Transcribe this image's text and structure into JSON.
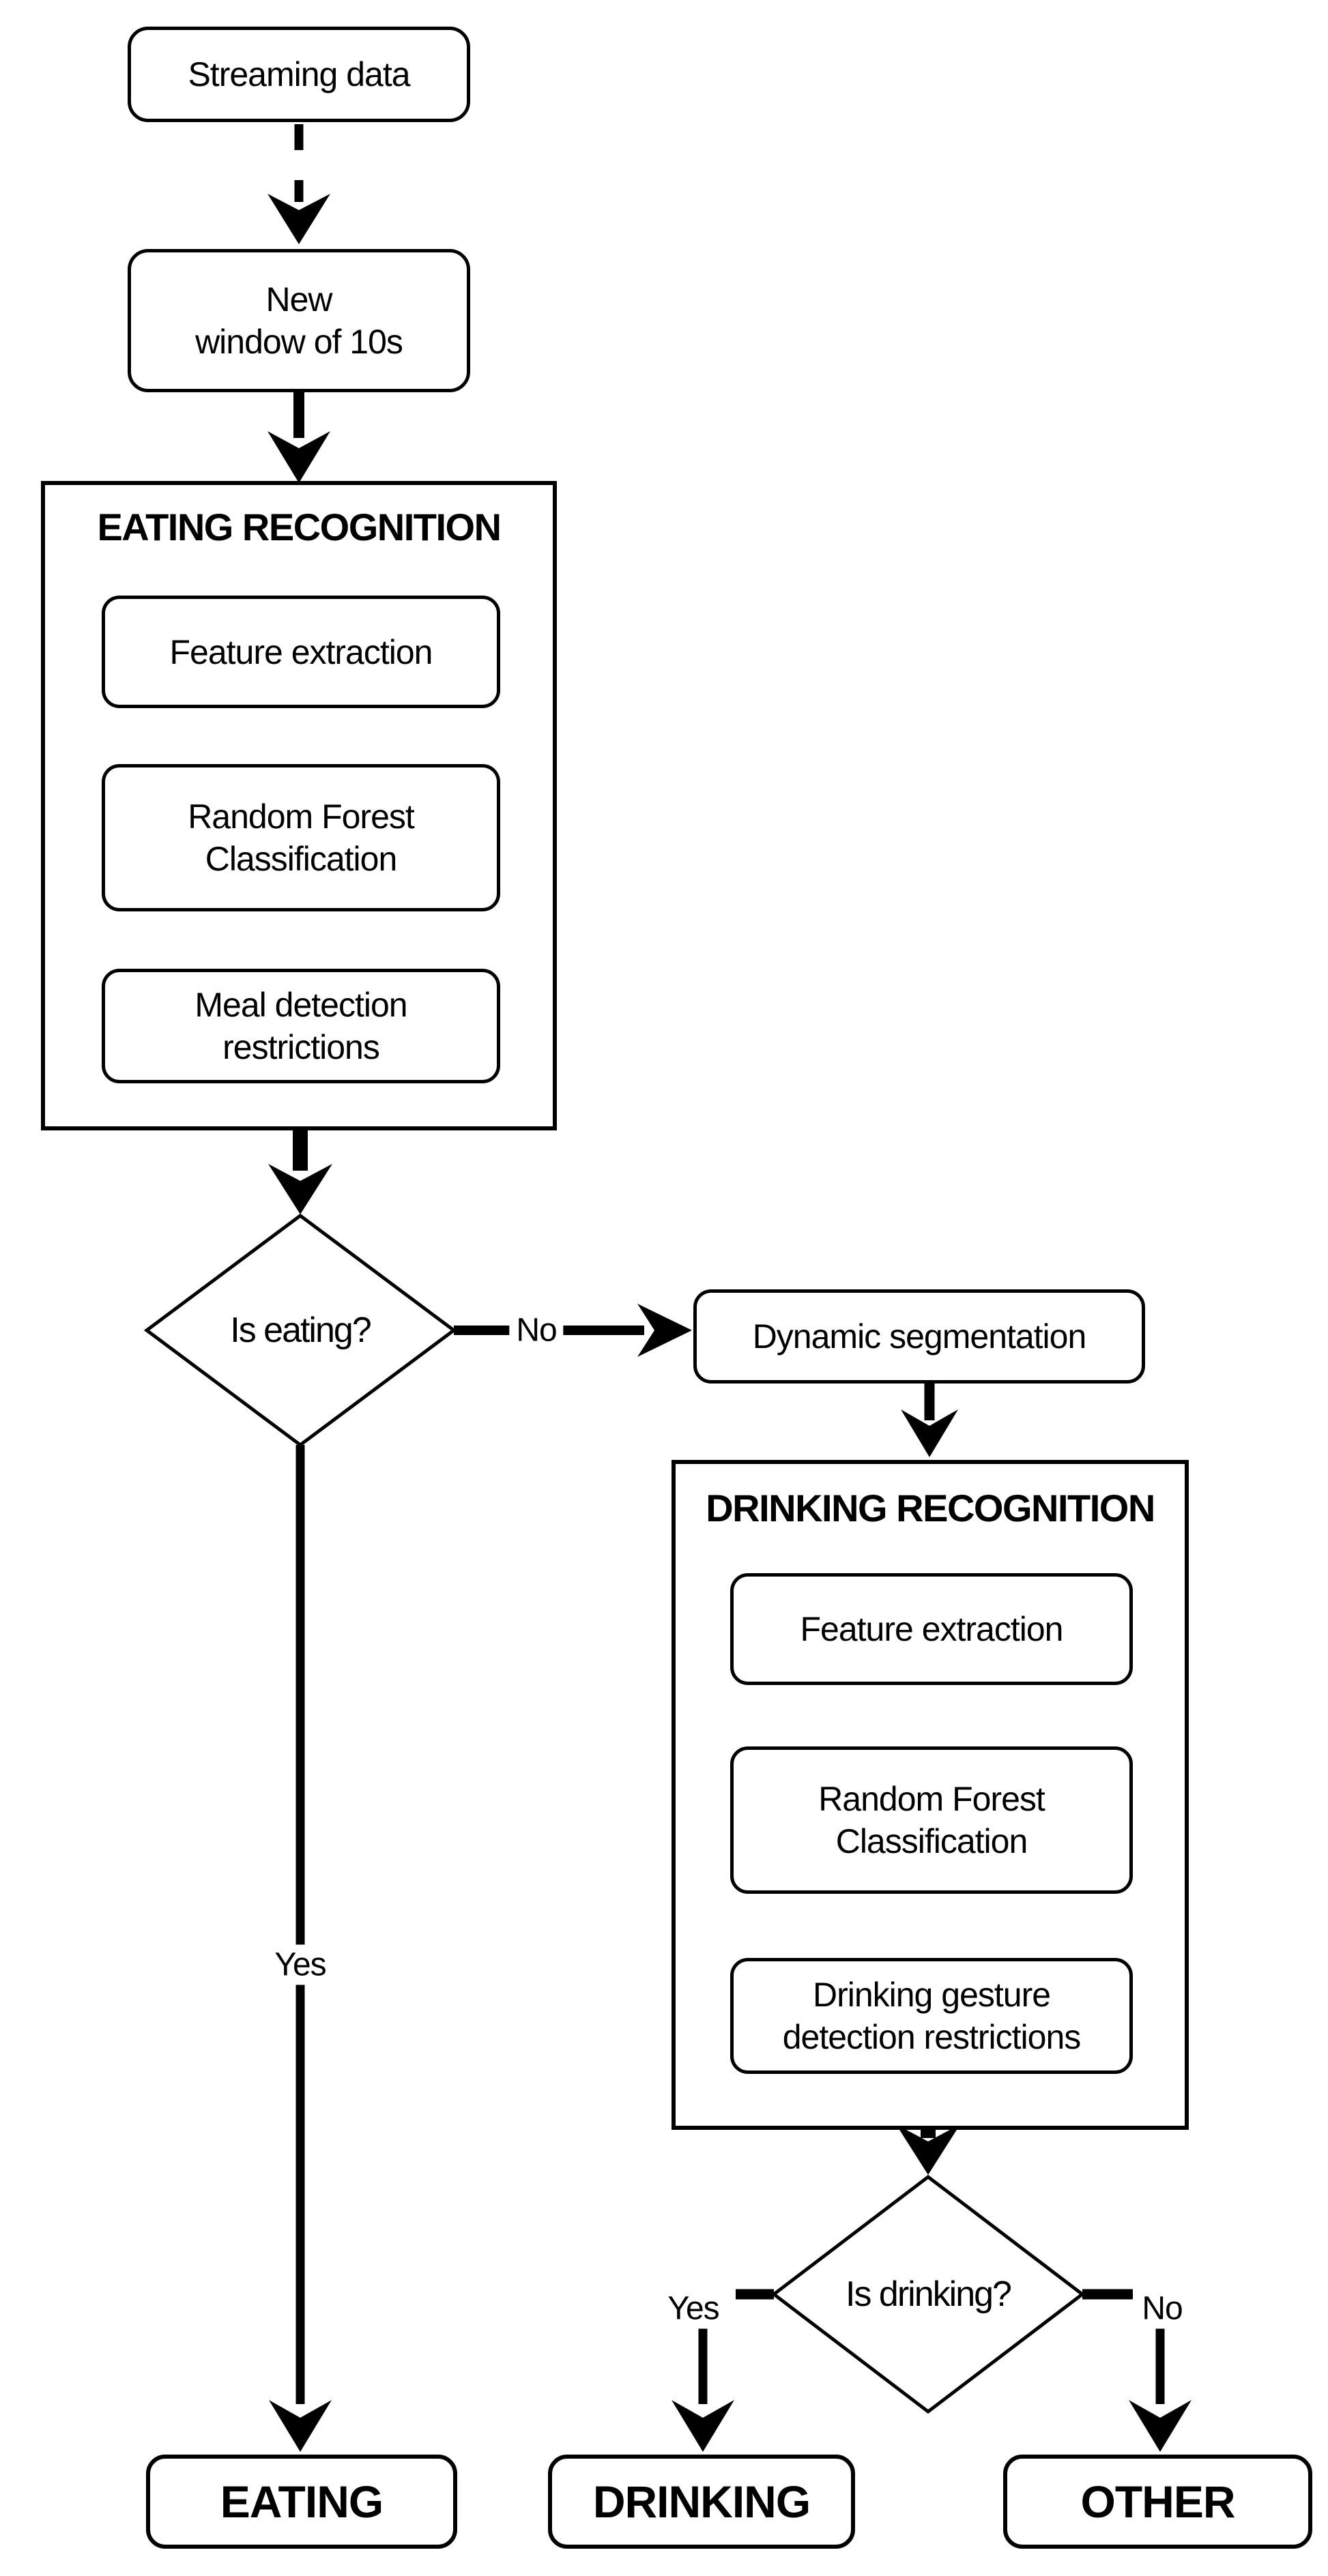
{
  "diagram": {
    "start": {
      "label": "Streaming data"
    },
    "window": {
      "line1": "New",
      "line2": "window of 10s"
    },
    "eating_section": {
      "title": "EATING RECOGNITION",
      "feature": "Feature extraction",
      "forest_line1": "Random Forest",
      "forest_line2": "Classification",
      "restrict_line1": "Meal detection",
      "restrict_line2": "restrictions"
    },
    "eating_decision": {
      "question": "Is eating?",
      "yes_label": "Yes",
      "no_label": "No"
    },
    "dynamic_segmentation": {
      "label": "Dynamic segmentation"
    },
    "drinking_section": {
      "title": "DRINKING RECOGNITION",
      "feature": "Feature extraction",
      "forest_line1": "Random Forest",
      "forest_line2": "Classification",
      "restrict_line1": "Drinking gesture",
      "restrict_line2": "detection restrictions"
    },
    "drinking_decision": {
      "question": "Is drinking?",
      "yes_label": "Yes",
      "no_label": "No"
    },
    "outcomes": {
      "eating": "EATING",
      "drinking": "DRINKING",
      "other": "OTHER"
    },
    "colors": {
      "stroke": "#000000",
      "background": "#ffffff"
    }
  }
}
